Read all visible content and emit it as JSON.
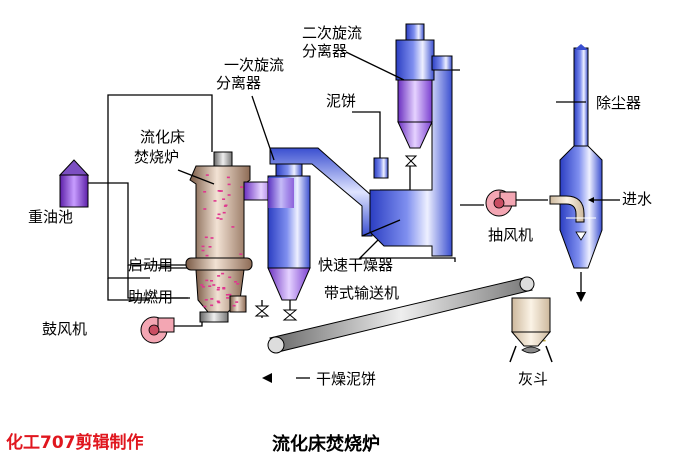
{
  "labels": {
    "heavy_oil_tank": "重油池",
    "blower": "鼓风机",
    "startup": "启动用",
    "combustion_aid": "助燃用",
    "fb_incinerator": "流化床焚烧炉",
    "primary_cyclone": "一次旋流分离器",
    "secondary_cyclone": "二次旋流分离器",
    "sludge_cake": "泥饼",
    "flash_dryer": "快速干燥器",
    "belt_conveyor": "带式输送机",
    "dry_sludge_cake": "干燥泥饼",
    "exhaust_fan": "抽风机",
    "dust_collector": "除尘器",
    "water_inlet": "进水",
    "ash_hopper": "灰斗"
  },
  "footer": {
    "credit": "化工707剪辑制作",
    "title": "流化床焚烧炉"
  },
  "colors": {
    "blue": "#3a4fd0",
    "violet": "#8a4fd8",
    "tan": "#b88f6e",
    "red": "#e0161e",
    "fan": "#f3a6b3"
  }
}
